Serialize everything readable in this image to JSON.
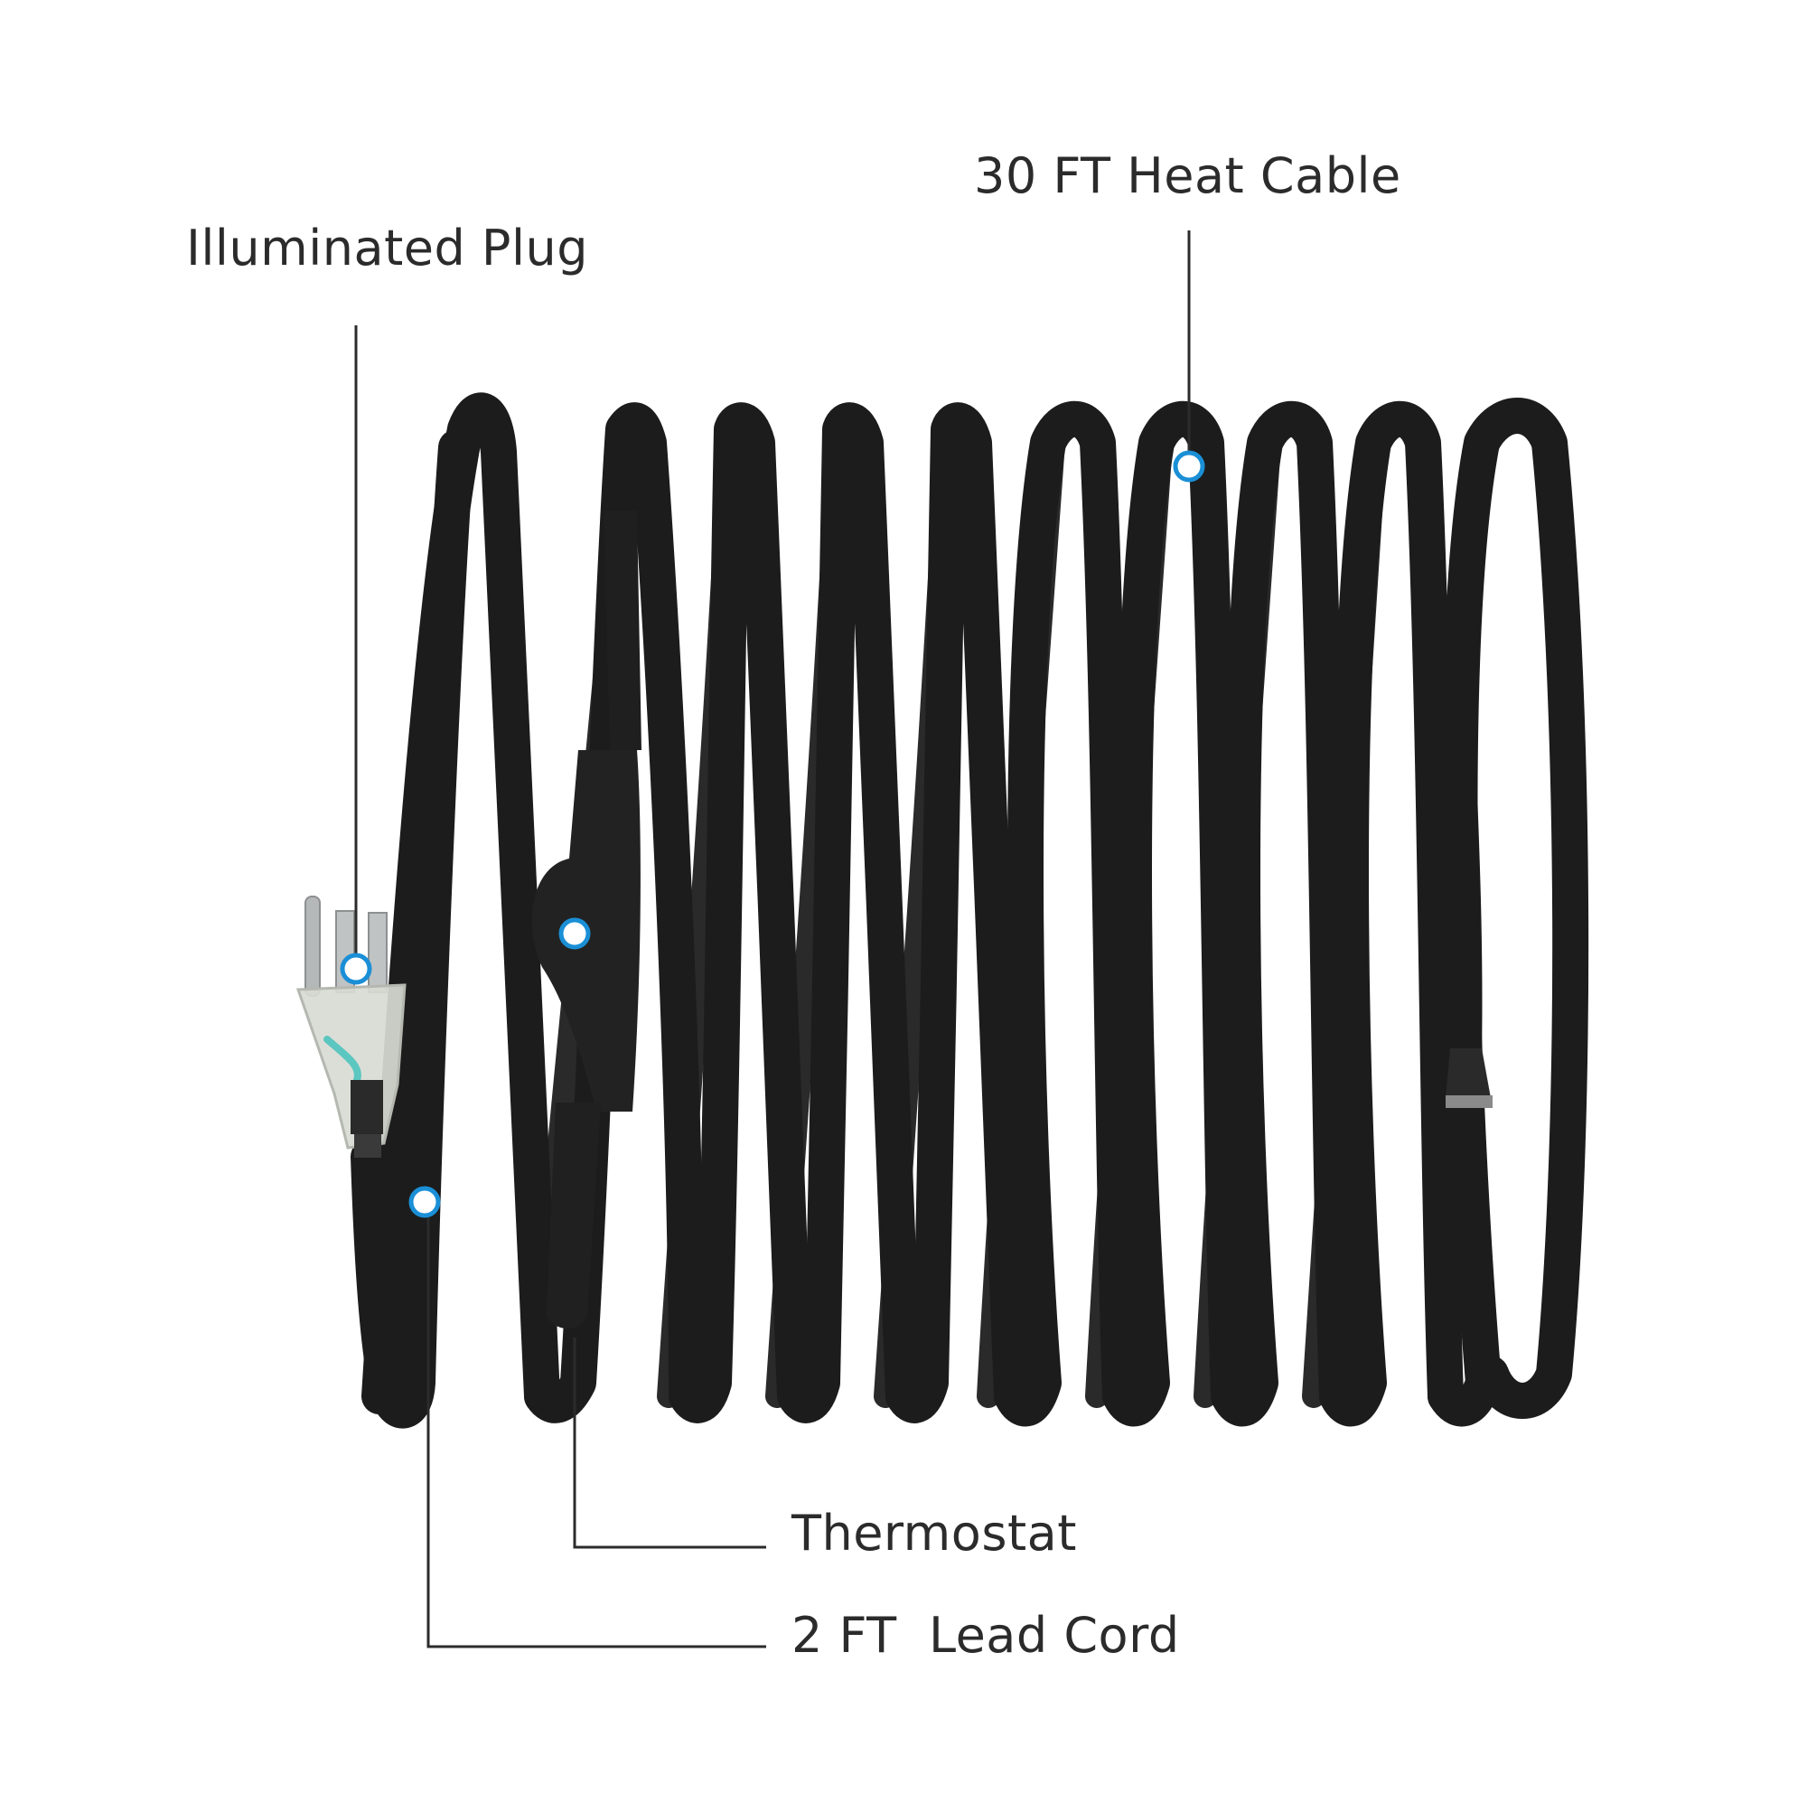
{
  "callouts": {
    "plug": "Illuminated Plug",
    "heat_cable": "30 FT Heat Cable",
    "thermostat": "Thermostat",
    "lead_cord": "2 FT  Lead Cord"
  },
  "colors": {
    "background": "#ffffff",
    "cable": "#1c1c1c",
    "cable_highlight": "#3a3a3a",
    "leader_line": "#2b2b2b",
    "marker_fill": "#ffffff",
    "marker_ring": "#1a8fd6",
    "label_text": "#2b2b2b",
    "plug_body": "#d9dcd6",
    "plug_prong": "#b9bcbc",
    "plug_wire_accent": "#5cc6c0"
  },
  "icons": {
    "plug": "illuminated-plug-icon",
    "thermostat": "thermostat-housing-icon",
    "marker": "callout-dot-icon"
  }
}
